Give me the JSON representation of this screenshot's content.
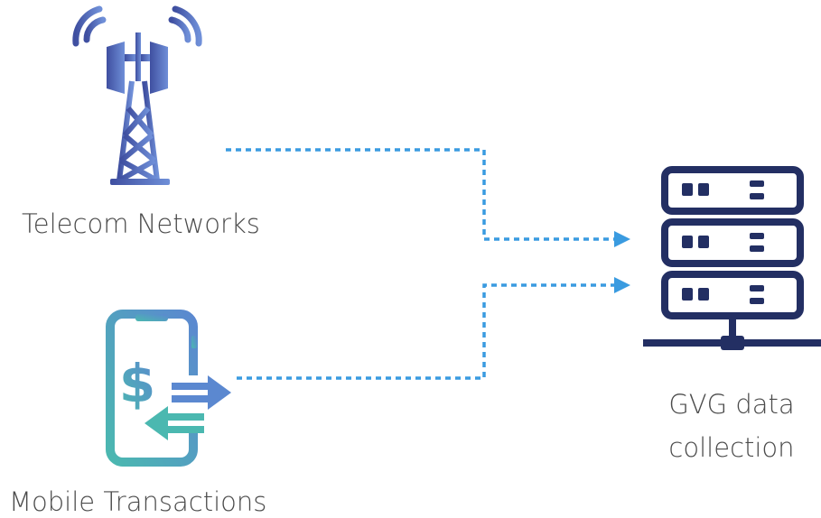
{
  "nodes": {
    "telecom": {
      "label": "Telecom Networks",
      "icon": "cell-tower-icon"
    },
    "mobile": {
      "label": "Mobile Transactions",
      "icon": "mobile-payment-icon"
    },
    "server": {
      "label_line1": "GVG data",
      "label_line2": "collection",
      "icon": "server-rack-icon"
    }
  },
  "colors": {
    "connector": "#3a9be0",
    "tower_dark": "#3f4fa0",
    "tower_light": "#6f8fd8",
    "phone_teal": "#4bb8b0",
    "phone_blue": "#5b88d0",
    "server": "#232f63",
    "label": "#4b4b4b"
  }
}
